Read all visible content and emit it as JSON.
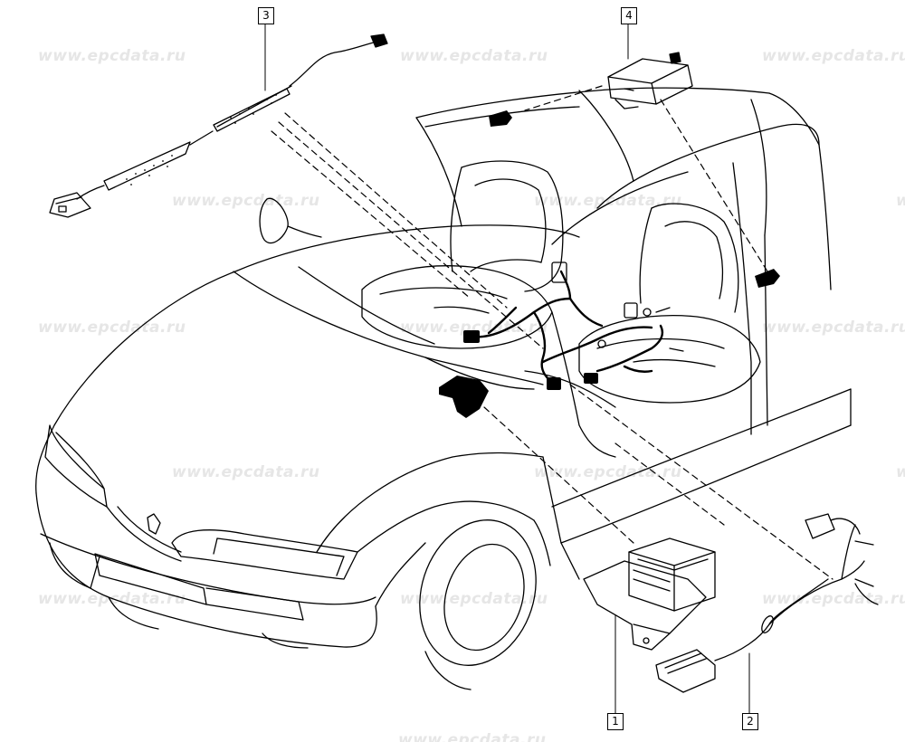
{
  "watermark": "www.epcdata.ru",
  "callouts": {
    "c1": "1",
    "c2": "2",
    "c3": "3",
    "c4": "4"
  },
  "colors": {
    "line": "#000000",
    "watermark": "#e6e6e6"
  }
}
